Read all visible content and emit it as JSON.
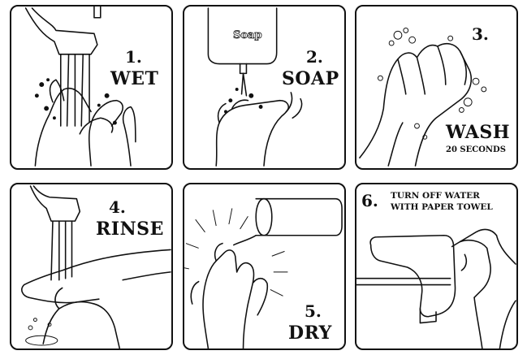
{
  "panels": [
    {
      "number": "1.",
      "label": "WET"
    },
    {
      "number": "2.",
      "label": "SOAP",
      "dispenser_text": "Soap"
    },
    {
      "number": "3.",
      "label": "WASH",
      "sublabel": "20 SECONDS"
    },
    {
      "number": "4.",
      "label": "RINSE"
    },
    {
      "number": "5.",
      "label": "DRY"
    },
    {
      "number": "6.",
      "label_line1": "TURN OFF WATER",
      "label_line2": "WITH PAPER TOWEL"
    }
  ],
  "colors": {
    "ink": "#111111",
    "paper": "#ffffff"
  }
}
